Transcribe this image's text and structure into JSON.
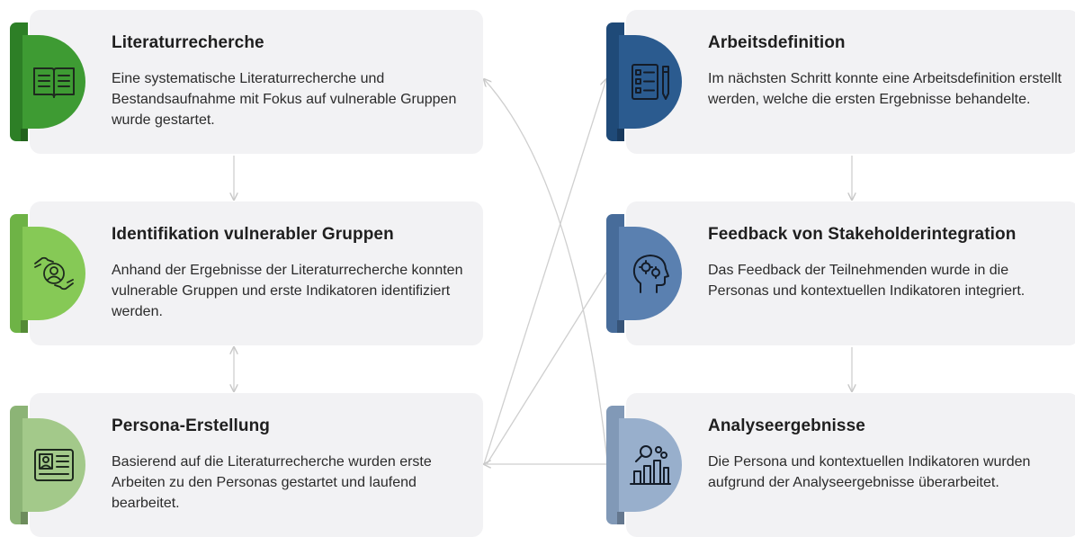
{
  "steps": [
    {
      "title": "Literaturrecherche",
      "description": "Eine systematische Literaturrecherche und Bestandsaufnahme mit Fokus auf vulnerable Gruppen wurde gestartet.",
      "icon": "open-book-icon",
      "color": "#3e9b33",
      "tab_color": "#2d7f26"
    },
    {
      "title": "Identifikation vulnerabler Gruppen",
      "description": "Anhand der Ergebnisse der Literaturrecherche konnten vulnerable Gruppen und erste Indikatoren identifiziert werden.",
      "icon": "hands-person-icon",
      "color": "#86c956",
      "tab_color": "#6eb346"
    },
    {
      "title": "Persona-Erstellung",
      "description": "Basierend auf die Literaturrecherche wurden erste Arbeiten zu den Personas gestartet und laufend bearbeitet.",
      "icon": "id-card-icon",
      "color": "#a3c98a",
      "tab_color": "#8cb476"
    },
    {
      "title": "Arbeitsdefinition",
      "description": "Im nächsten Schritt konnte eine Arbeitsdefinition erstellt werden, welche die ersten Ergebnisse behandelte.",
      "icon": "checklist-pen-icon",
      "color": "#2b5b8f",
      "tab_color": "#1f4a78"
    },
    {
      "title": "Feedback von Stakeholderintegration",
      "description": "Das Feedback der Teilnehmenden wurde in die Personas und kontextuellen Indikatoren integriert.",
      "icon": "head-gears-icon",
      "color": "#5a80b0",
      "tab_color": "#476c9a"
    },
    {
      "title": "Analyseergebnisse",
      "description": "Die Persona und kontextuellen Indikatoren wurden aufgrund der Analyseergebnisse überarbeitet.",
      "icon": "analytics-chart-icon",
      "color": "#98afcc",
      "tab_color": "#8199b7"
    }
  ]
}
